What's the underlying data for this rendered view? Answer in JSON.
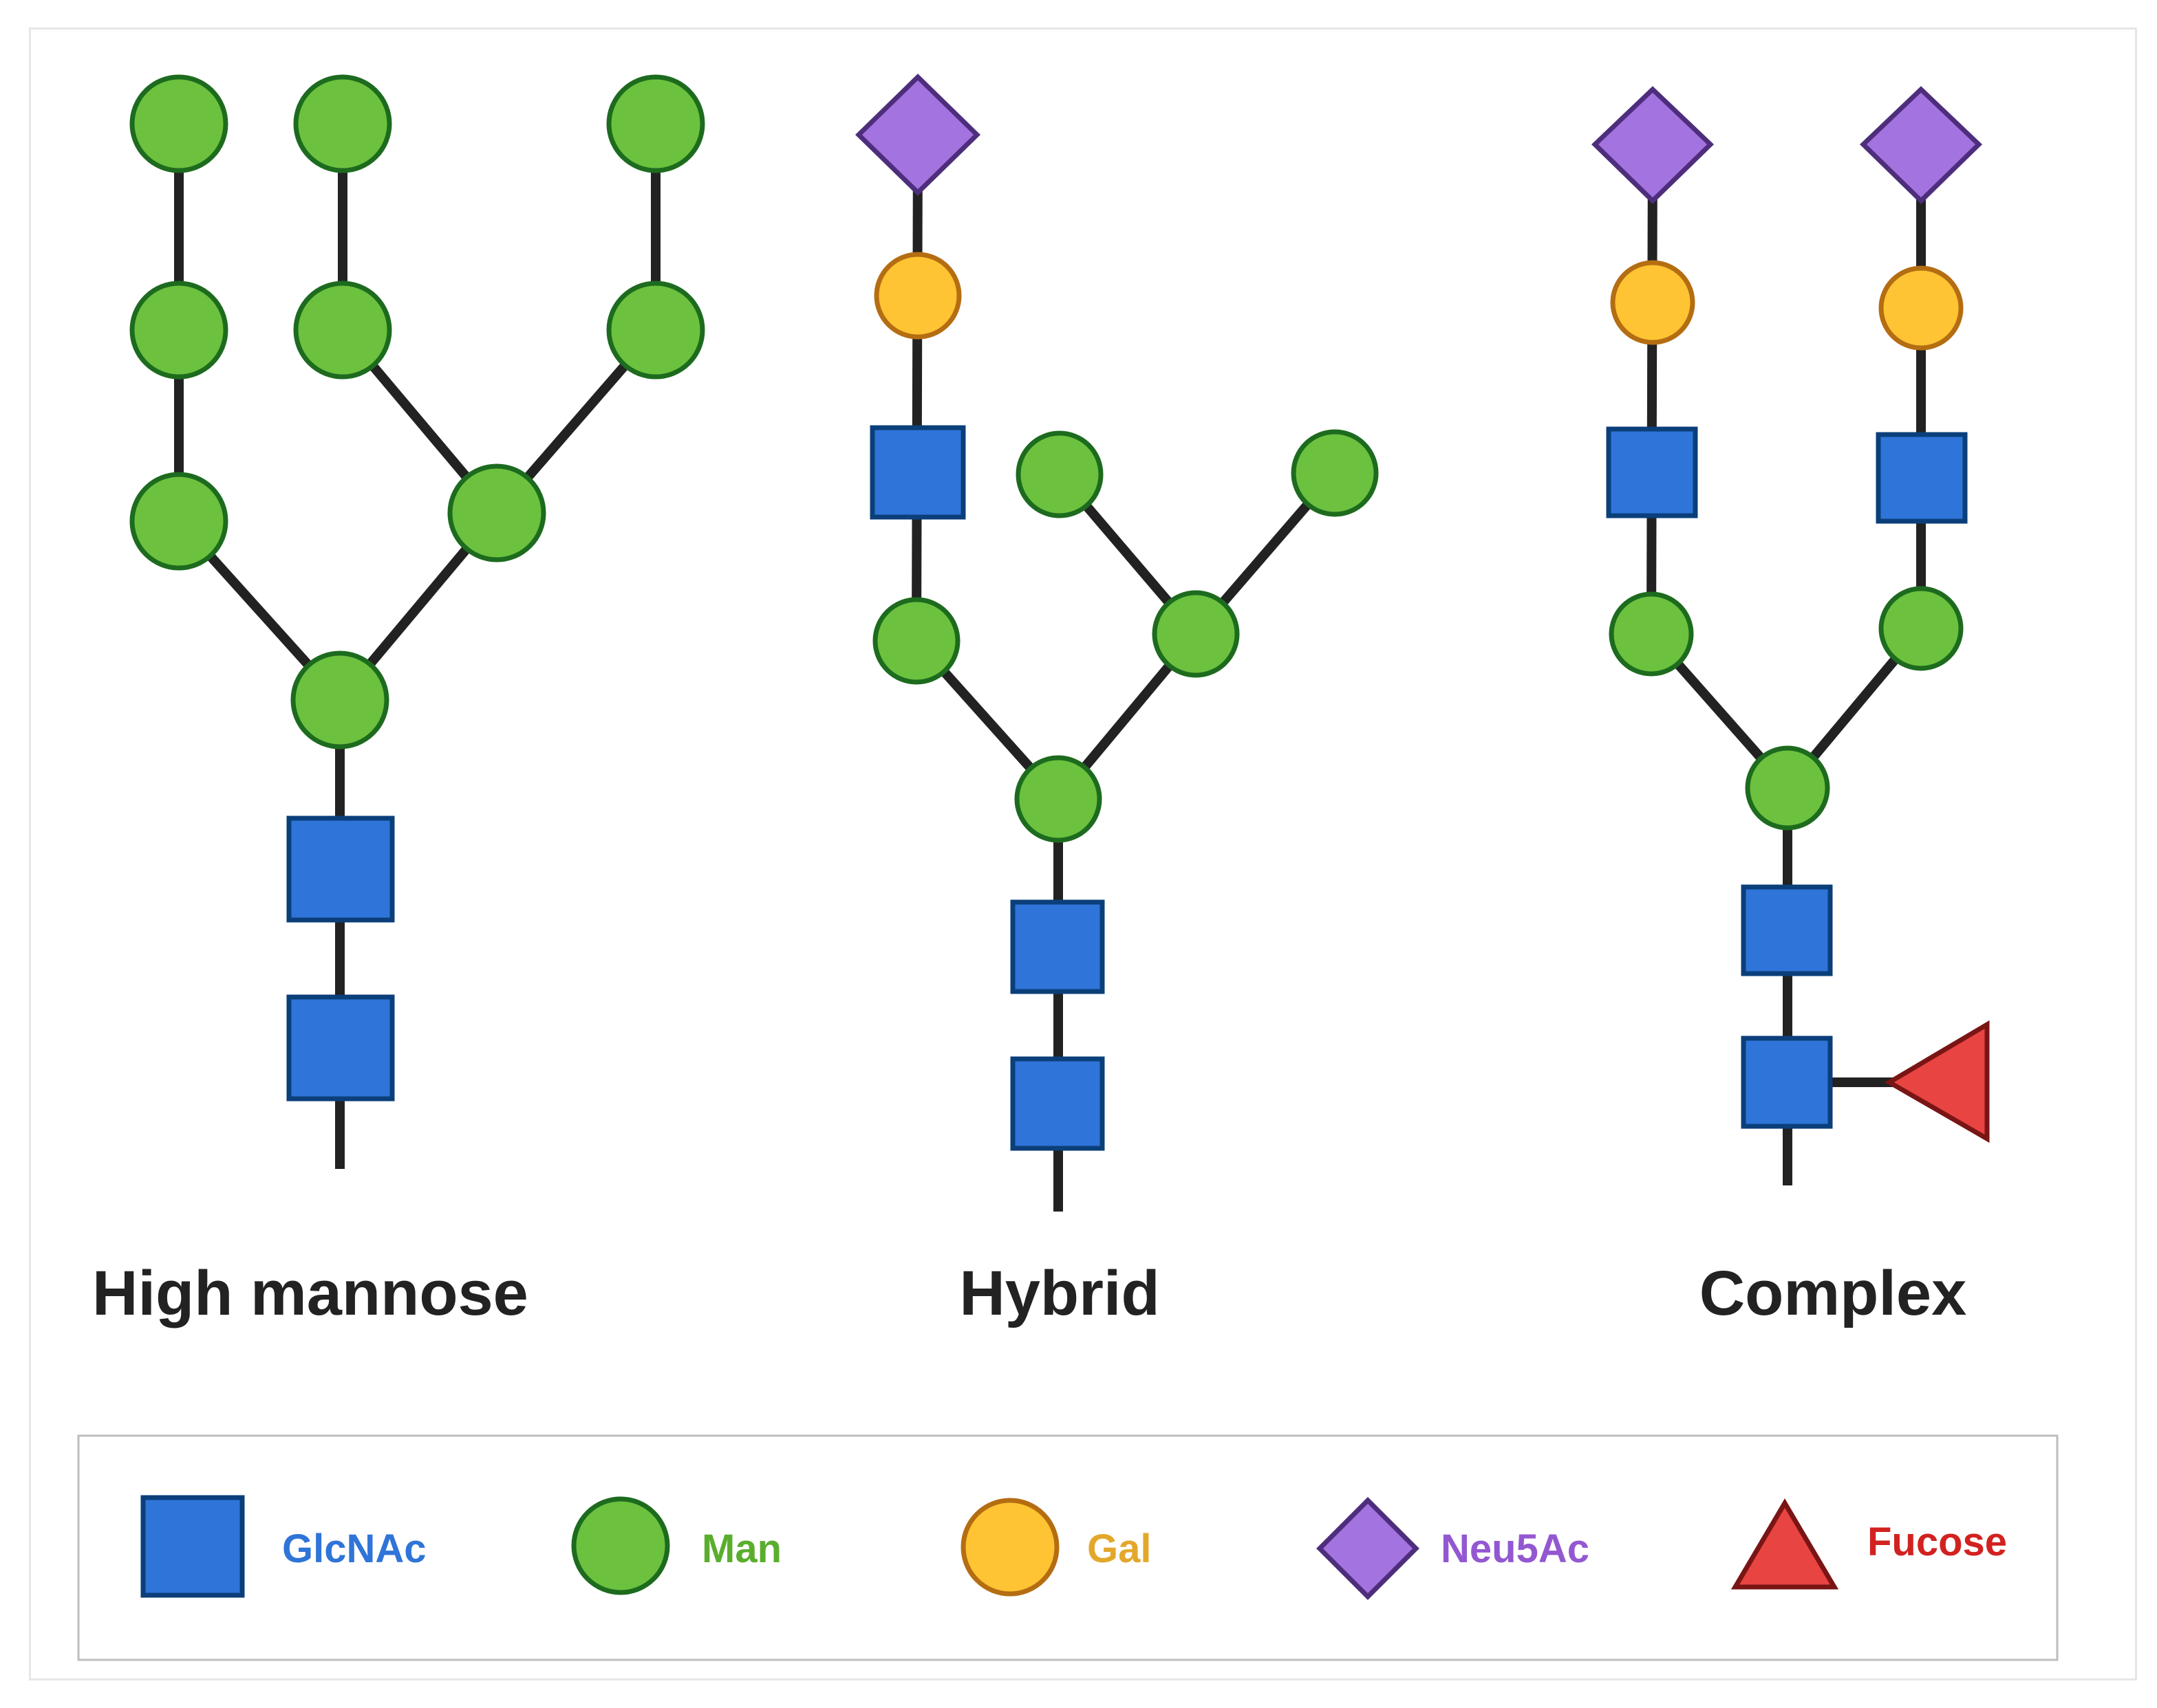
{
  "titles": {
    "high_mannose": "High mannose",
    "hybrid": "Hybrid",
    "complex": "Complex"
  },
  "legend": {
    "glcnac": "GlcNAc",
    "man": "Man",
    "gal": "Gal",
    "neu5ac": "Neu5Ac",
    "fucose": "Fucose"
  },
  "colors": {
    "glcnac_fill": "#2f74d8",
    "glcnac_stroke": "#0b3f7a",
    "man_fill": "#6cc13e",
    "man_stroke": "#1d6b1e",
    "gal_fill": "#fec433",
    "gal_stroke": "#b56d12",
    "neu5ac_fill": "#a374e0",
    "neu5ac_stroke": "#4e2e7c",
    "fucose_fill": "#e84442",
    "fucose_stroke": "#7a1515",
    "glcnac_text": "#2f74d8",
    "man_text": "#5aae2d",
    "gal_text": "#e3a82b",
    "neu5ac_text": "#9358d1",
    "fucose_text": "#d2221f",
    "bond": "#222222"
  }
}
